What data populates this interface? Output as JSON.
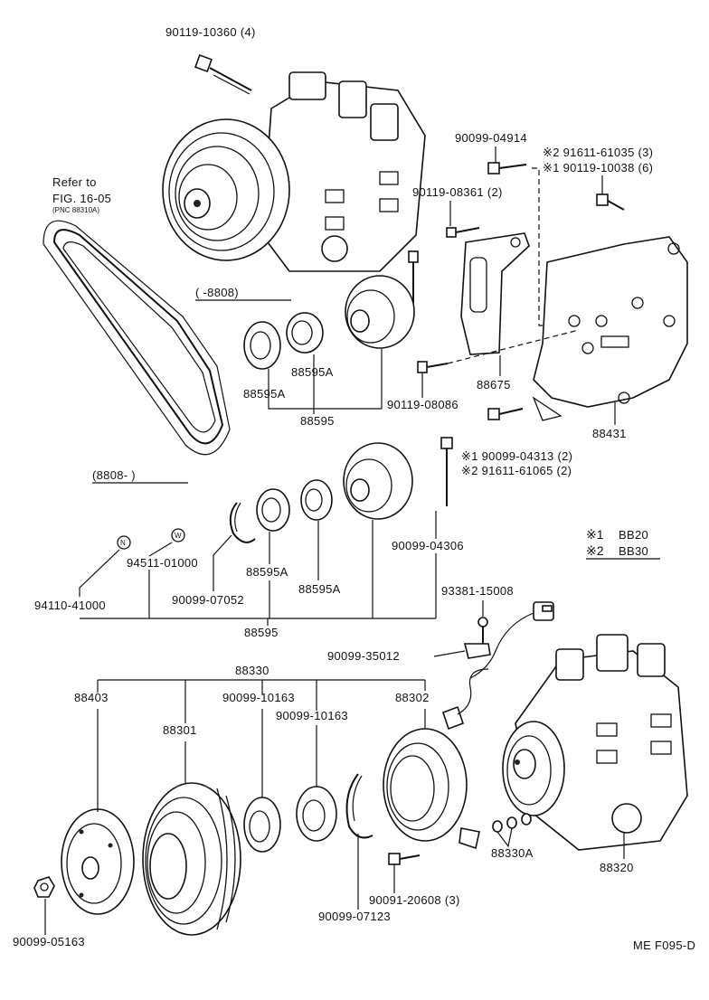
{
  "title_code": "ME F095-D",
  "refer": {
    "line1": "Refer to",
    "line2": "FIG. 16-05",
    "line3": "(PNC 88310A)"
  },
  "ranges": {
    "upper": "(       -8808)",
    "lower": "(8808-       )"
  },
  "legend": {
    "n_symbol": "N",
    "w_symbol": "W",
    "item1_mark": "※1",
    "item1_value": "BB20",
    "item2_mark": "※2",
    "item2_value": "BB30"
  },
  "labels": {
    "p_90119_10360": "90119-10360 (4)",
    "p_90099_04914": "90099-04914",
    "p_91611_61035": "※2 91611-61035 (3)",
    "p_90119_10038": "※1 90119-10038 (6)",
    "p_90119_08361": "90119-08361 (2)",
    "p_88595A_a": "88595A",
    "p_88595A_b": "88595A",
    "p_88595_top": "88595",
    "p_90119_08086": "90119-08086",
    "p_88675": "88675",
    "p_88431": "88431",
    "p_90099_04313": "※1 90099-04313 (2)",
    "p_91611_61065": "※2 91611-61065 (2)",
    "p_90099_04306": "90099-04306",
    "p_94511_01000": "94511-01000",
    "p_90099_07052": "90099-07052",
    "p_94110_41000": "94110-41000",
    "p_88595A_c": "88595A",
    "p_88595A_d": "88595A",
    "p_88595_bot": "88595",
    "p_93381_15008": "93381-15008",
    "p_90099_35012": "90099-35012",
    "p_88330": "88330",
    "p_88403": "88403",
    "p_90099_10163_a": "90099-10163",
    "p_88302": "88302",
    "p_88301": "88301",
    "p_90099_10163_b": "90099-10163",
    "p_88330A": "88330A",
    "p_88320": "88320",
    "p_90091_20608": "90091-20608 (3)",
    "p_90099_07123": "90099-07123",
    "p_90099_05163": "90099-05163"
  }
}
